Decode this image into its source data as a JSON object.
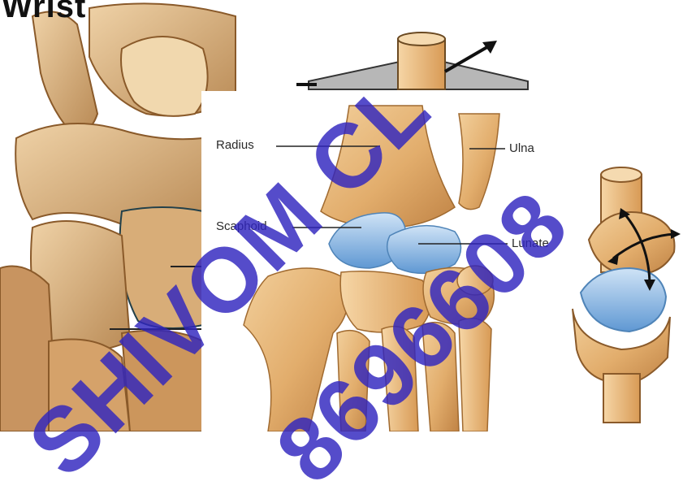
{
  "figure": {
    "title_fragment": "Wrist",
    "labels": {
      "radius": "Radius",
      "ulna": "Ulna",
      "scaphoid": "Scaphoid",
      "lunate": "Lunate"
    },
    "watermark_line1": "SHIVOM CL",
    "watermark_line2": "8696608"
  },
  "colors": {
    "bone": "#e7b77a",
    "bone_dark": "#a8743b",
    "cartilage_blue": "#7fb2e0",
    "watermark": "#3024be",
    "arrow": "#111111"
  },
  "icons": [
    "motion-arrows-icon",
    "rotation-arrow-icon"
  ]
}
